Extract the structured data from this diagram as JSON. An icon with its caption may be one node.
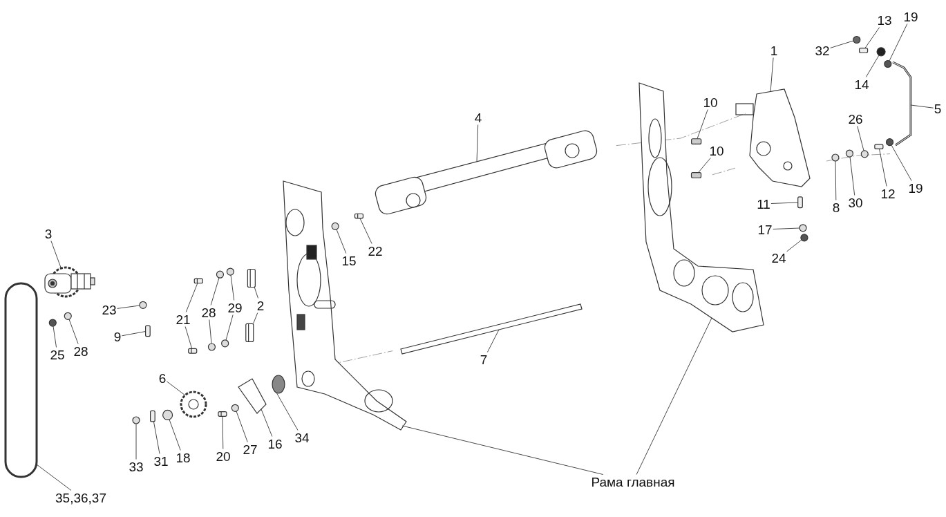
{
  "diagram": {
    "nodes": [
      {
        "text": [
          "13"
        ]
      },
      {
        "text": [
          "19"
        ]
      },
      {
        "text": [
          "1"
        ]
      },
      {
        "text": [
          "32"
        ]
      },
      {
        "text": [
          "14"
        ]
      },
      {
        "text": [
          "10"
        ]
      },
      {
        "text": [
          "5"
        ]
      },
      {
        "text": [
          "4"
        ]
      },
      {
        "text": [
          "26"
        ]
      },
      {
        "text": [
          "10"
        ]
      },
      {
        "text": [
          "12"
        ]
      },
      {
        "text": [
          "19"
        ]
      },
      {
        "text": [
          "8"
        ]
      },
      {
        "text": [
          "30"
        ]
      },
      {
        "text": [
          "11"
        ]
      },
      {
        "text": [
          "3"
        ]
      },
      {
        "text": [
          "17"
        ]
      },
      {
        "text": [
          "22"
        ]
      },
      {
        "text": [
          "15"
        ]
      },
      {
        "text": [
          "24"
        ]
      },
      {
        "text": [
          "2"
        ]
      },
      {
        "text": [
          "29"
        ]
      },
      {
        "text": [
          "28"
        ]
      },
      {
        "text": [
          "23"
        ]
      },
      {
        "text": [
          "21"
        ]
      },
      {
        "text": [
          "9"
        ]
      },
      {
        "text": [
          "25"
        ]
      },
      {
        "text": [
          "28"
        ]
      },
      {
        "text": [
          "7"
        ]
      },
      {
        "text": [
          "6"
        ]
      },
      {
        "text": [
          "34"
        ]
      },
      {
        "text": [
          "16"
        ]
      },
      {
        "text": [
          "27"
        ]
      },
      {
        "text": [
          "20"
        ]
      },
      {
        "text": [
          "18"
        ]
      },
      {
        "text": [
          "31"
        ]
      },
      {
        "text": [
          "33"
        ]
      },
      {
        "text": [
          "Рама главная"
        ]
      },
      {
        "text": [
          "35,36,37"
        ]
      },
      {
        "text": [],
        "shape": "box"
      },
      {
        "text": [],
        "shape": "circle"
      },
      {
        "text": [],
        "shape": "picture"
      },
      {
        "text": [],
        "shape": "circle"
      },
      {
        "text": [],
        "shape": "circle"
      },
      {
        "text": [],
        "shape": "box"
      },
      {
        "text": [],
        "shape": "picture"
      },
      {
        "text": [],
        "shape": "bar"
      },
      {
        "text": [],
        "shape": "circle"
      },
      {
        "text": [],
        "shape": "box"
      },
      {
        "text": [],
        "shape": "box"
      },
      {
        "text": [],
        "shape": "circle"
      },
      {
        "text": [],
        "shape": "circle"
      },
      {
        "text": [],
        "shape": "circle"
      },
      {
        "text": [],
        "shape": "box"
      },
      {
        "text": [],
        "shape": "picture"
      },
      {
        "text": [],
        "shape": "circle"
      },
      {
        "text": [],
        "shape": "box"
      },
      {
        "text": [],
        "shape": "circle"
      },
      {
        "text": [],
        "shape": "circle"
      },
      {
        "text": [],
        "shape": "box"
      },
      {
        "text": [],
        "shape": "box"
      },
      {
        "text": [],
        "shape": "circle"
      },
      {
        "text": [],
        "shape": "circle"
      },
      {
        "text": [],
        "shape": "circle"
      },
      {
        "text": [],
        "shape": "circle"
      },
      {
        "text": [],
        "shape": "circle"
      },
      {
        "text": [],
        "shape": "box"
      },
      {
        "text": [],
        "shape": "box"
      },
      {
        "text": [],
        "shape": "box"
      },
      {
        "text": [],
        "shape": "circle"
      },
      {
        "text": [],
        "shape": "circle"
      },
      {
        "text": [],
        "shape": "bar"
      },
      {
        "text": [],
        "shape": "circle"
      },
      {
        "text": [],
        "shape": "circle"
      },
      {
        "text": [],
        "shape": "box"
      },
      {
        "text": [],
        "shape": "circle"
      },
      {
        "text": [],
        "shape": "box"
      },
      {
        "text": [],
        "shape": "circle"
      },
      {
        "text": [],
        "shape": "box"
      },
      {
        "text": [],
        "shape": "circle"
      },
      {
        "text": [],
        "shape": "picture"
      },
      {
        "text": [],
        "shape": "picture"
      },
      {
        "text": [],
        "shape": "box"
      }
    ],
    "edges": [
      {
        "from": 0,
        "to": 39,
        "arrow": "none"
      },
      {
        "from": 1,
        "to": 40,
        "arrow": "none"
      },
      {
        "from": 2,
        "to": 41,
        "arrow": "none"
      },
      {
        "from": 3,
        "to": 42,
        "arrow": "none"
      },
      {
        "from": 4,
        "to": 43,
        "arrow": "none"
      },
      {
        "from": 5,
        "to": 44,
        "arrow": "none"
      },
      {
        "from": 6,
        "to": 45,
        "arrow": "none"
      },
      {
        "from": 7,
        "to": 46,
        "arrow": "none"
      },
      {
        "from": 8,
        "to": 47,
        "arrow": "none"
      },
      {
        "from": 9,
        "to": 48,
        "arrow": "none"
      },
      {
        "from": 10,
        "to": 49,
        "arrow": "none"
      },
      {
        "from": 11,
        "to": 50,
        "arrow": "none"
      },
      {
        "from": 12,
        "to": 51,
        "arrow": "none"
      },
      {
        "from": 13,
        "to": 52,
        "arrow": "none"
      },
      {
        "from": 14,
        "to": 53,
        "arrow": "none"
      },
      {
        "from": 15,
        "to": 54,
        "arrow": "none"
      },
      {
        "from": 16,
        "to": 55,
        "arrow": "none"
      },
      {
        "from": 17,
        "to": 56,
        "arrow": "none"
      },
      {
        "from": 18,
        "to": 57,
        "arrow": "none"
      },
      {
        "from": 19,
        "to": 58,
        "arrow": "none"
      },
      {
        "from": 20,
        "to": 59,
        "arrow": "none"
      },
      {
        "from": 20,
        "to": 60,
        "arrow": "none"
      },
      {
        "from": 21,
        "to": 61,
        "arrow": "none"
      },
      {
        "from": 21,
        "to": 62,
        "arrow": "none"
      },
      {
        "from": 22,
        "to": 63,
        "arrow": "none"
      },
      {
        "from": 22,
        "to": 64,
        "arrow": "none"
      },
      {
        "from": 23,
        "to": 65,
        "arrow": "none"
      },
      {
        "from": 24,
        "to": 66,
        "arrow": "none"
      },
      {
        "from": 24,
        "to": 67,
        "arrow": "none"
      },
      {
        "from": 25,
        "to": 68,
        "arrow": "none"
      },
      {
        "from": 26,
        "to": 69,
        "arrow": "none"
      },
      {
        "from": 27,
        "to": 70,
        "arrow": "none"
      },
      {
        "from": 28,
        "to": 71,
        "arrow": "none"
      },
      {
        "from": 29,
        "to": 72,
        "arrow": "none"
      },
      {
        "from": 30,
        "to": 73,
        "arrow": "none"
      },
      {
        "from": 31,
        "to": 74,
        "arrow": "none"
      },
      {
        "from": 32,
        "to": 75,
        "arrow": "none"
      },
      {
        "from": 33,
        "to": 76,
        "arrow": "none"
      },
      {
        "from": 34,
        "to": 77,
        "arrow": "none"
      },
      {
        "from": 35,
        "to": 78,
        "arrow": "none"
      },
      {
        "from": 36,
        "to": 79,
        "arrow": "none"
      },
      {
        "from": 37,
        "to": 80,
        "arrow": "none"
      },
      {
        "from": 37,
        "to": 81,
        "arrow": "none"
      },
      {
        "from": 38,
        "to": 82,
        "arrow": "none"
      }
    ]
  }
}
